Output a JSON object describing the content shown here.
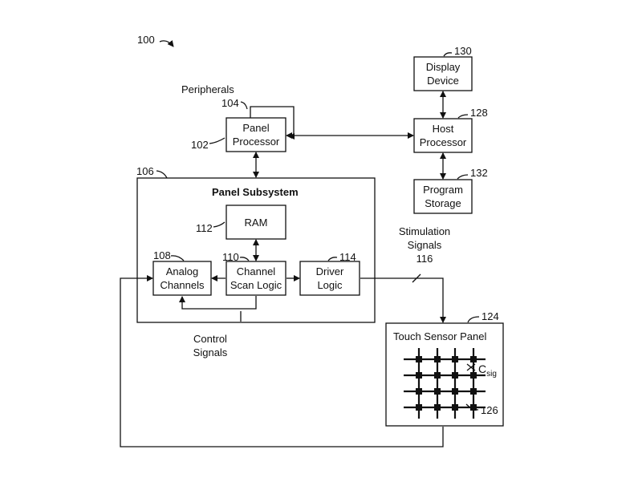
{
  "figure_number": "100",
  "blocks": {
    "panel_processor": {
      "label": "Panel\nProcessor",
      "ref": "102"
    },
    "peripherals": {
      "label": "Peripherals",
      "ref": "104"
    },
    "panel_subsystem": {
      "label": "Panel Subsystem",
      "ref": "106"
    },
    "ram": {
      "label": "RAM",
      "ref": "112"
    },
    "analog_channels": {
      "label": "Analog\nChannels",
      "ref": "108"
    },
    "channel_scan_logic": {
      "label": "Channel\nScan Logic",
      "ref": "110"
    },
    "driver_logic": {
      "label": "Driver\nLogic",
      "ref": "114"
    },
    "display_device": {
      "label": "Display\nDevice",
      "ref": "130"
    },
    "host_processor": {
      "label": "Host\nProcessor",
      "ref": "128"
    },
    "program_storage": {
      "label": "Program\nStorage",
      "ref": "132"
    },
    "touch_sensor_panel": {
      "label": "Touch Sensor Panel",
      "ref": "124"
    }
  },
  "signals": {
    "stimulation": {
      "label": "Stimulation\nSignals",
      "ref": "116"
    },
    "control": {
      "label": "Control\nSignals"
    }
  },
  "sensor": {
    "csig_main": "C",
    "csig_sub": "sig",
    "grid_ref": "126"
  }
}
